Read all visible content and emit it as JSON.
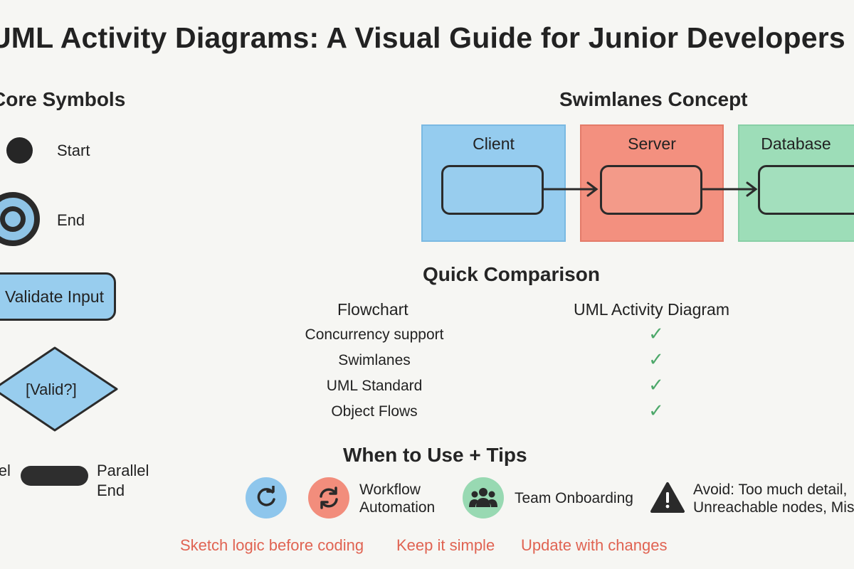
{
  "title": "UML Activity Diagrams: A Visual Guide for Junior Developers",
  "core_symbols": {
    "heading": "Core Symbols",
    "start_label": "Start",
    "end_label": "End",
    "action_label": "Validate Input",
    "decision_label": "[Valid?]",
    "fork_label": "llel\nt",
    "join_label": "Parallel\nEnd"
  },
  "swimlanes": {
    "heading": "Swimlanes Concept",
    "lanes": [
      "Client",
      "Server",
      "Database"
    ],
    "colors": {
      "client": "#95ccef",
      "server": "#f3907f",
      "database": "#9dddb8"
    }
  },
  "comparison": {
    "heading": "Quick Comparison",
    "col_flowchart": "Flowchart",
    "col_uml": "UML Activity Diagram",
    "rows": [
      "Concurrency support",
      "Swimlanes",
      "UML Standard",
      "Object Flows"
    ],
    "check": "✓",
    "check_color": "#4da86a"
  },
  "tips": {
    "heading": "When to Use + Tips",
    "workflow": "Workflow\nAutomation",
    "onboarding": "Team Onboarding",
    "avoid": "Avoid: Too much detail,\nUnreachable nodes, Miss",
    "icons": [
      "refresh-icon",
      "sync-icon",
      "team-icon",
      "warning-icon"
    ]
  },
  "bottom_tips": [
    "Sketch logic before coding",
    "Keep it simple",
    "Update with changes"
  ],
  "accent_color": "#e06352"
}
